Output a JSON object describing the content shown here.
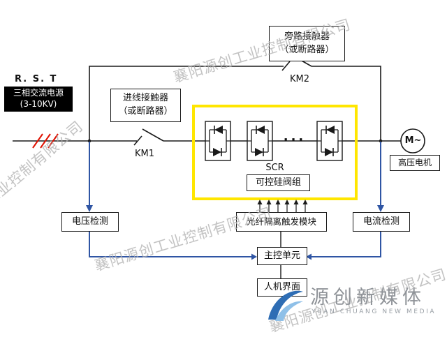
{
  "watermark": {
    "text": "襄阳源创工业控制有限公司"
  },
  "logo": {
    "title": "源创新媒体",
    "subtitle": "YUAN CHUANG NEW MEDIA"
  },
  "power": {
    "phases": "R. S. T",
    "name": "三相交流电源",
    "voltage": "(3-10KV)"
  },
  "incoming_contactor": {
    "line1": "进线接触器",
    "line2": "（或断路器）",
    "switch": "KM1"
  },
  "bypass_contactor": {
    "line1": "旁路接触器",
    "line2": "（或断路器）",
    "switch": "KM2"
  },
  "scr": {
    "abbr": "SCR",
    "valve": "可控硅阀组",
    "ellipsis": "···"
  },
  "motor": {
    "symbol": "M~",
    "label": "高压电机"
  },
  "modules": {
    "voltage_detect": "电压检测",
    "trigger": "光纤隔离触发模块",
    "current_detect": "电流检测",
    "main_control": "主控单元",
    "hmi": "人机界面"
  },
  "colors": {
    "line": "#1a1a1a",
    "signal_blue": "#2f55a4",
    "highlight_yellow": "#ffe600",
    "phase_red": "#e01000",
    "logo_blue": "#2e6db4"
  }
}
